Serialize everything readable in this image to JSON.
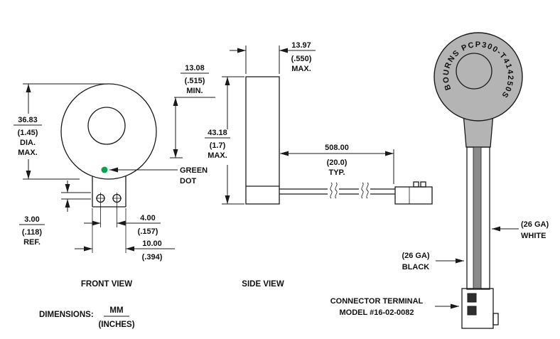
{
  "front_view": {
    "caption": "FRONT VIEW",
    "dia": {
      "mm": "36.83",
      "inches": "(1.45)",
      "note1": "DIA.",
      "note2": "MAX."
    },
    "top": {
      "mm": "13.08",
      "inches": "(.515)",
      "note": "MIN."
    },
    "green_dot": {
      "line1": "GREEN",
      "line2": "DOT"
    },
    "ref": {
      "mm": "3.00",
      "inches": "(.118)",
      "note": "REF."
    },
    "holes": {
      "mm": "4.00",
      "inches": "(.157)"
    },
    "tab": {
      "mm": "10.00",
      "inches": "(.394)"
    }
  },
  "side_view": {
    "caption": "SIDE VIEW",
    "width": {
      "mm": "13.97",
      "inches": "(.550)",
      "note": "MAX."
    },
    "height": {
      "mm": "43.18",
      "inches": "(1.7)",
      "note": "MAX."
    },
    "lead": {
      "mm": "508.00",
      "inches": "(20.0)",
      "note": "TYP."
    }
  },
  "rear_view": {
    "marking": "BOURNS PCP300-T414250S",
    "white_wire": {
      "line1": "(26 GA)",
      "line2": "WHITE"
    },
    "black_wire": {
      "line1": "(26 GA)",
      "line2": "BLACK"
    },
    "connector": {
      "line1": "CONNECTOR TERMINAL",
      "line2": "MODEL #16-02-0082"
    }
  },
  "legend": {
    "label": "DIMENSIONS:",
    "mm": "MM",
    "inches": "(INCHES)"
  },
  "colors": {
    "green_dot": "#00a551",
    "body_gray": "#b4b4b4"
  }
}
